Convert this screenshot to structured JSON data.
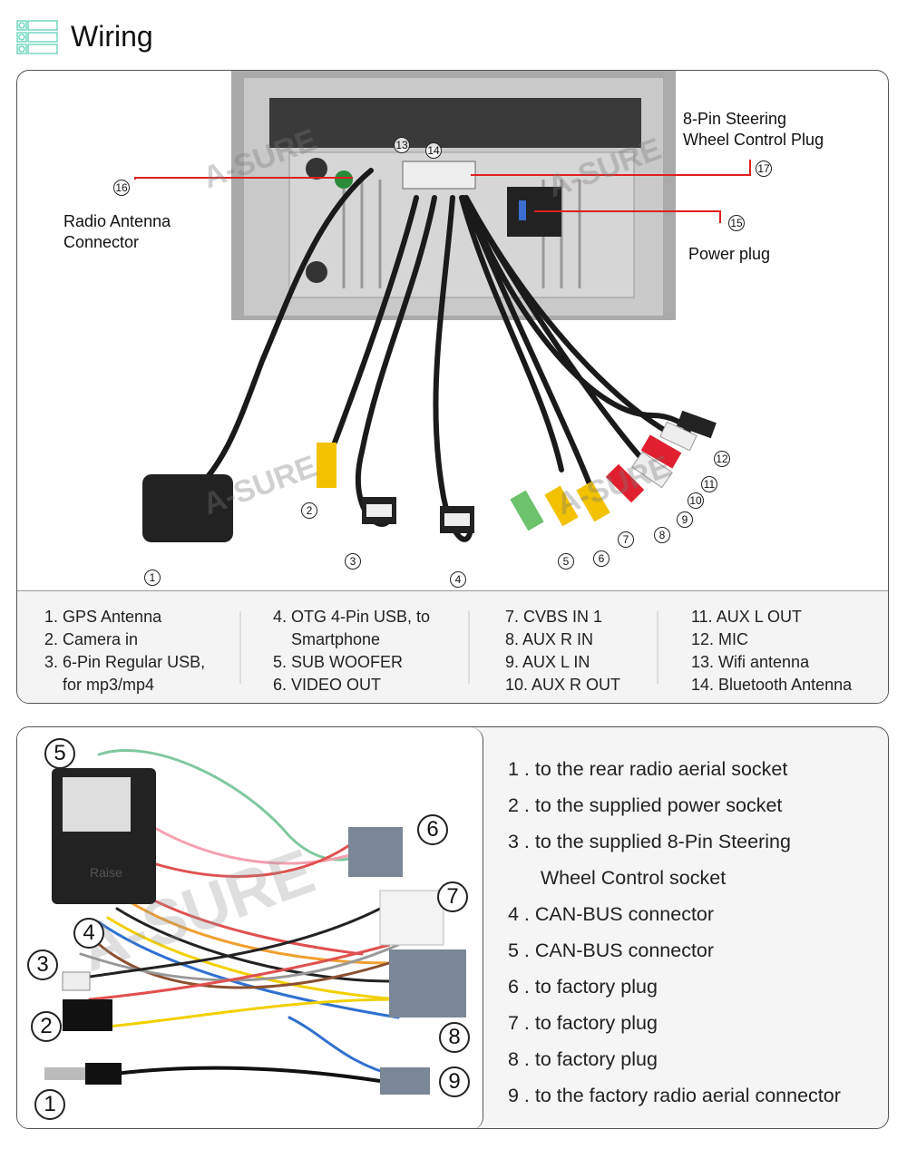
{
  "header": {
    "title": "Wiring",
    "icon": "list-icon",
    "accent": "#5fd3b8"
  },
  "unit_diagram": {
    "watermark": "A-SURE",
    "callouts": {
      "steering": "8-Pin Steering\nWheel Control Plug",
      "power": "Power plug",
      "antenna": "Radio Antenna\nConnector"
    },
    "markers": [
      "1",
      "2",
      "3",
      "4",
      "5",
      "6",
      "7",
      "8",
      "9",
      "10",
      "11",
      "12",
      "13",
      "14",
      "15",
      "16",
      "17"
    ],
    "callout_line_color": "#e02020"
  },
  "legend": {
    "columns": [
      [
        "1. GPS Antenna",
        "2. Camera in",
        "3. 6-Pin Regular USB,",
        "    for mp3/mp4"
      ],
      [
        "4. OTG 4-Pin USB, to",
        "    Smartphone",
        "5. SUB WOOFER",
        "6. VIDEO OUT"
      ],
      [
        "7. CVBS IN 1",
        "8. AUX R IN",
        "9. AUX L IN",
        "10. AUX R OUT"
      ],
      [
        "11. AUX L OUT",
        "12. MIC",
        "13. Wifi antenna",
        "14. Bluetooth Antenna"
      ]
    ]
  },
  "harness": {
    "markers": [
      "1",
      "2",
      "3",
      "4",
      "5",
      "6",
      "7",
      "8",
      "9"
    ],
    "box_label": "Raise",
    "steps": [
      "1 . to the rear radio aerial socket",
      "2 . to the supplied power socket",
      "3 . to the supplied 8-Pin Steering",
      "      Wheel Control socket",
      "4 . CAN-BUS connector",
      "5 . CAN-BUS connector",
      "6 . to factory plug",
      "7 . to factory plug",
      "8 . to factory plug",
      "9 . to the factory radio aerial connector"
    ]
  }
}
